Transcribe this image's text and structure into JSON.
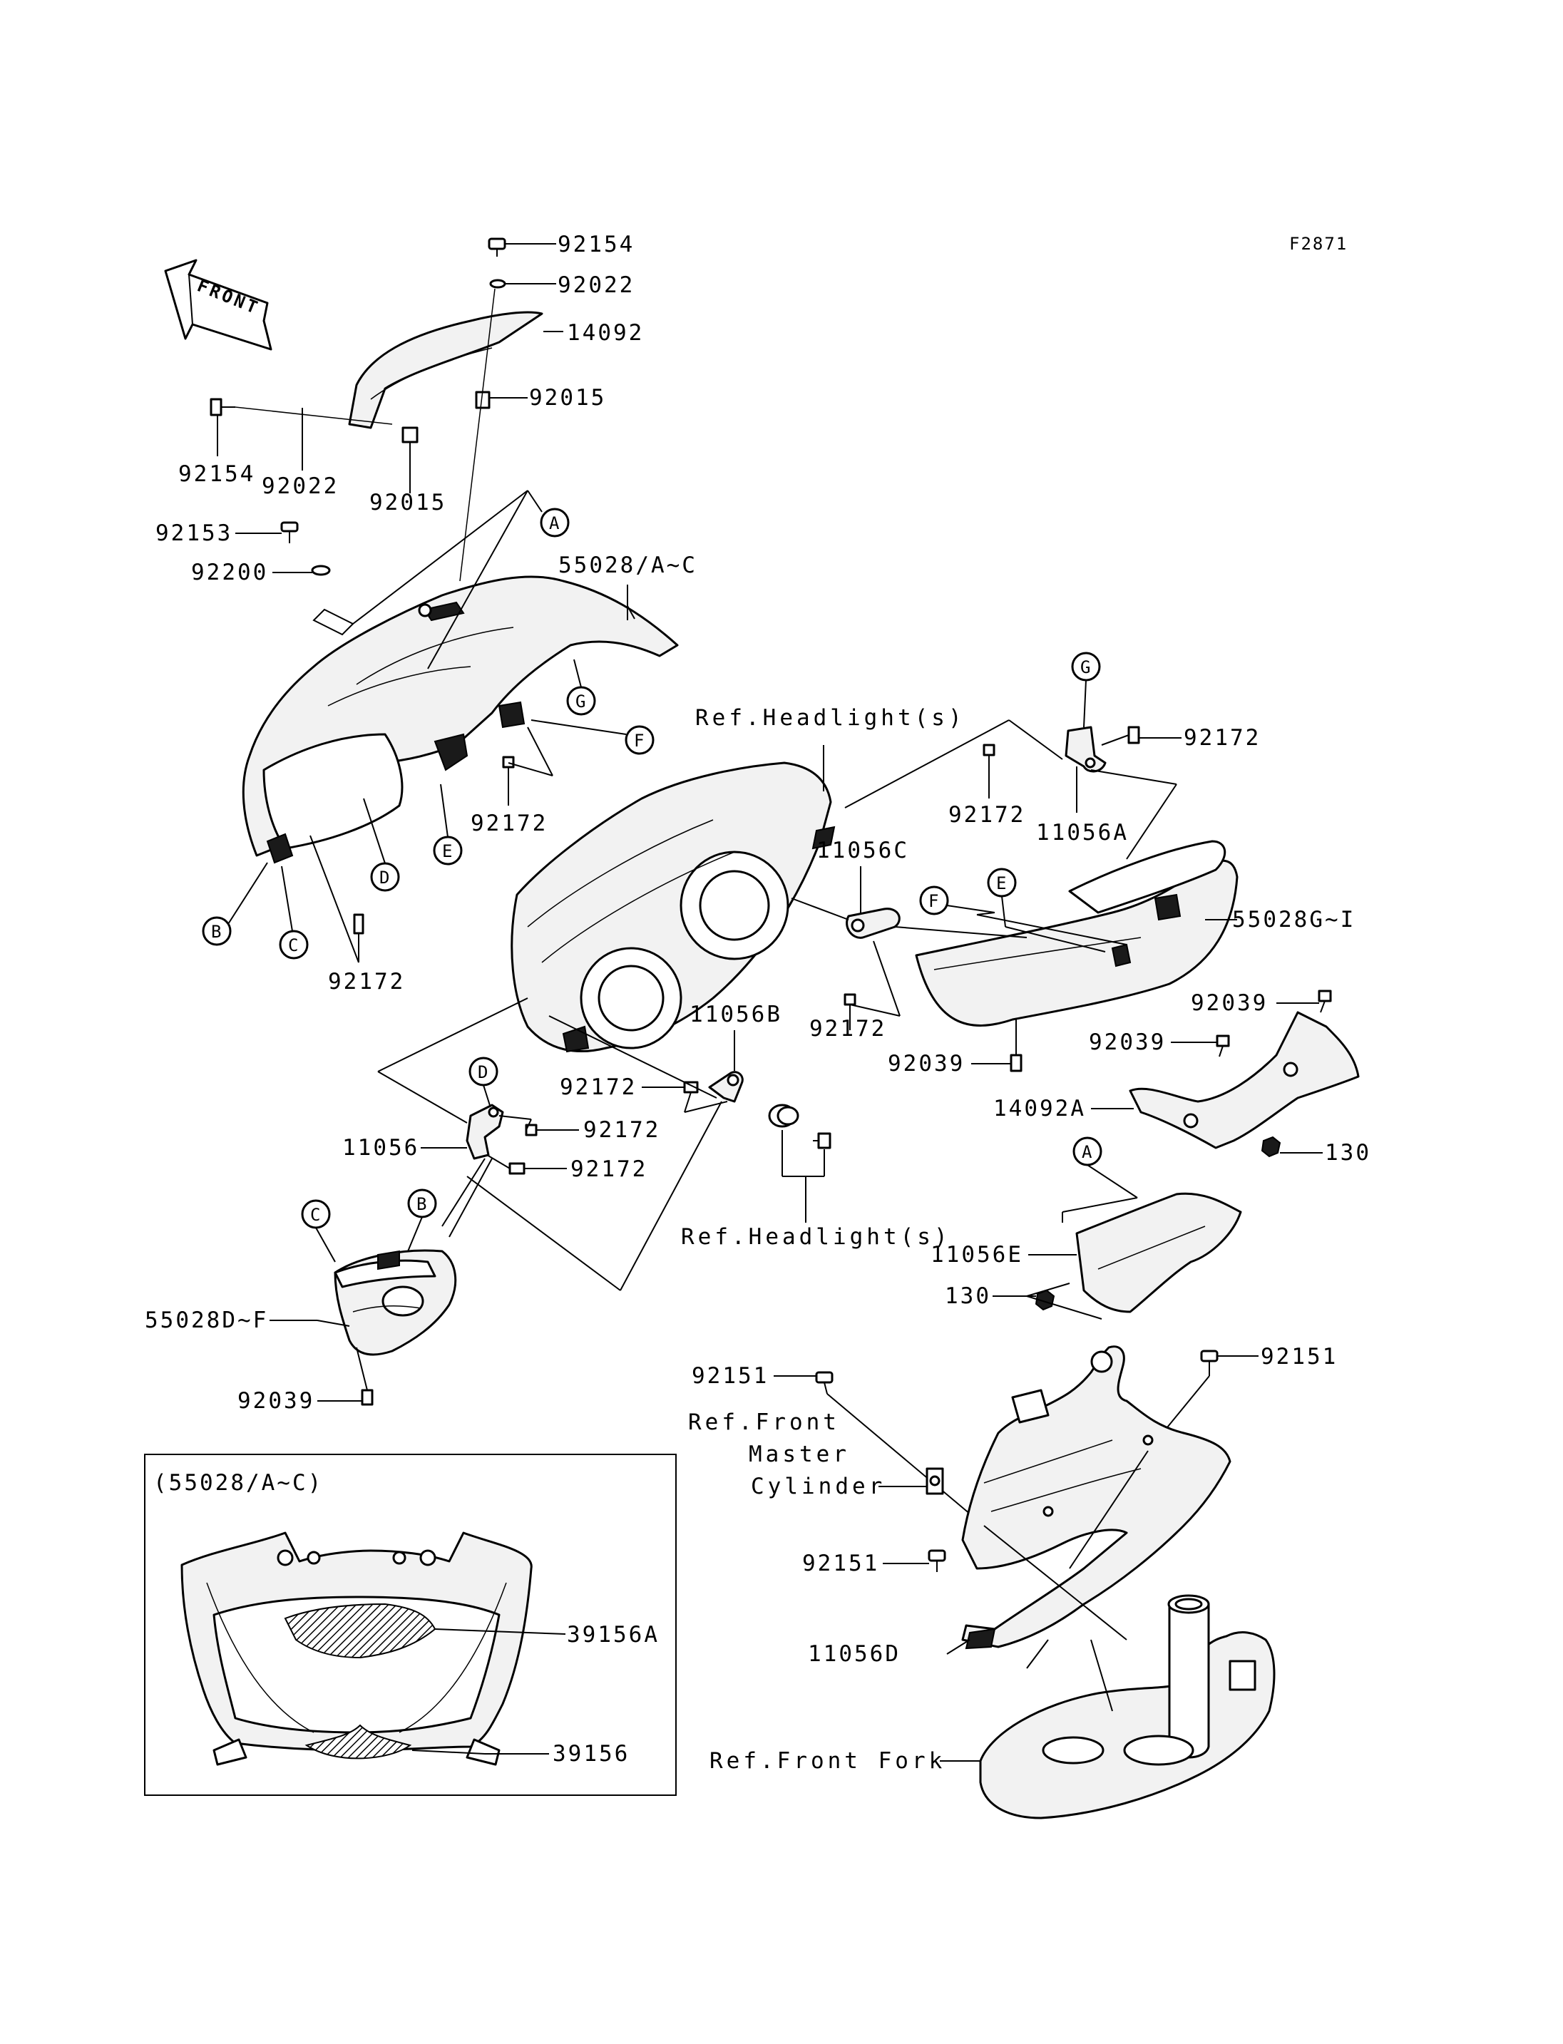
{
  "figure_code": "F2871",
  "front_arrow": "FRONT",
  "labels": {
    "p92154_top": "92154",
    "p92022_top": "92022",
    "p14092": "14092",
    "p92015_right": "92015",
    "p92154_left": "92154",
    "p92022_left": "92022",
    "p92015_left": "92015",
    "p92153": "92153",
    "p92200": "92200",
    "p55028AC": "55028/A~C",
    "p92172_a": "92172",
    "p92172_b": "92172",
    "ref_headlight_top": "Ref.Headlight(s)",
    "p92172_c": "92172",
    "p92172_d": "92172",
    "p11056A": "11056A",
    "p11056C": "11056C",
    "p55028GI": "55028G~I",
    "p92172_e": "92172",
    "p92039_a": "92039",
    "p92039_b": "92039",
    "p92039_c": "92039",
    "p11056B": "11056B",
    "p92172_f": "92172",
    "p92172_g": "92172",
    "p92172_h": "92172",
    "p11056": "11056",
    "p14092A": "14092A",
    "p130_a": "130",
    "p130_b": "130",
    "p11056E": "11056E",
    "ref_headlight_bottom": "Ref.Headlight(s)",
    "p55028DF": "55028D~F",
    "p92039_d": "92039",
    "p92151_a": "92151",
    "p92151_b": "92151",
    "p92151_c": "92151",
    "ref_master_1": "Ref.Front",
    "ref_master_2": "Master",
    "ref_master_3": "Cylinder",
    "p11056D": "11056D",
    "ref_front_fork": "Ref.Front Fork",
    "inset_title": "(55028/A~C)",
    "p39156A": "39156A",
    "p39156": "39156"
  },
  "markers": {
    "A1": "A",
    "G1": "G",
    "F1": "F",
    "E1": "E",
    "D1": "D",
    "B1": "B",
    "C1": "C",
    "G2": "G",
    "F2": "F",
    "E2": "E",
    "D2": "D",
    "C2": "C",
    "B2": "B",
    "A2": "A"
  }
}
